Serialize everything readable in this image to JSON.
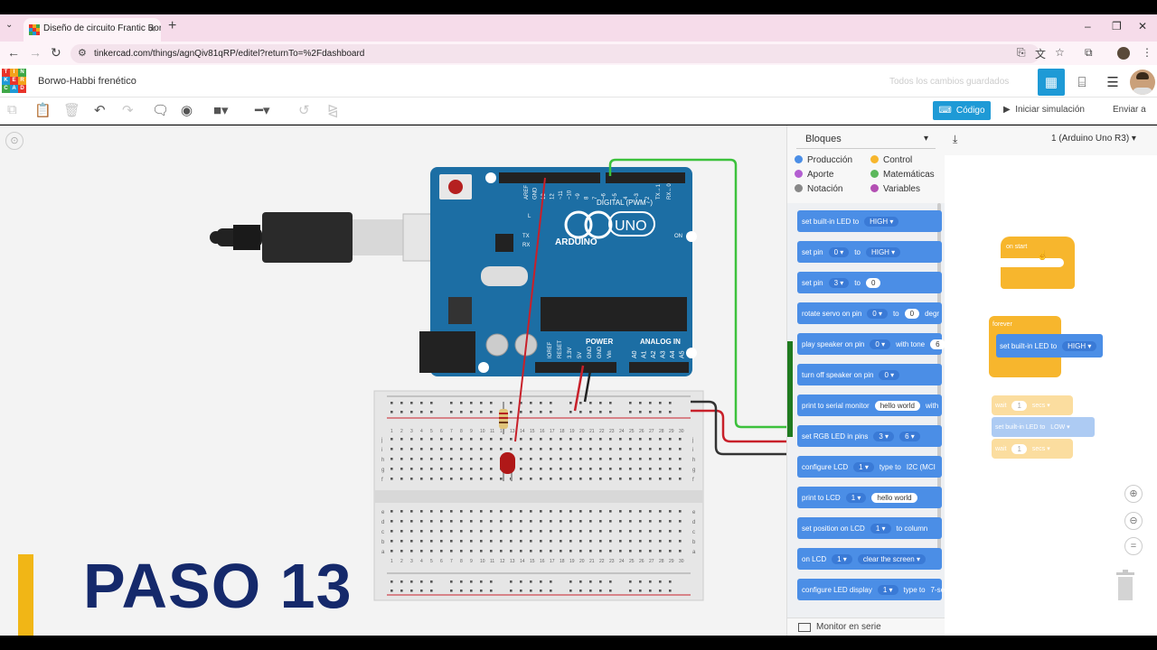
{
  "browser": {
    "tab_title": "Diseño de circuito Frantic Borw",
    "tab_close": "×",
    "new_tab": "+",
    "url": "tinkercad.com/things/agnQiv81qRP/editel?returnTo=%2Fdashboard"
  },
  "header": {
    "logo_letters": [
      "TIN",
      "KER",
      "CAD"
    ],
    "project_title": "Borwo-Habbi frenético",
    "save_status": "Todos los cambios guardados"
  },
  "toolbar": {
    "code_label": "Código",
    "simulate_label": "Iniciar simulación",
    "send_label": "Enviar a"
  },
  "overlay": {
    "step_label": "PASO 13"
  },
  "board": {
    "brand": "ARDUINO",
    "model": "UNO",
    "digital_label": "DIGITAL (PWM~)",
    "power_label": "POWER",
    "analog_label": "ANALOG IN",
    "on_label": "ON",
    "l_label": "L",
    "tx_label": "TX",
    "rx_label": "RX",
    "digital_pins": [
      "AREF",
      "GND",
      "13",
      "12",
      "~11",
      "~10",
      "~9",
      "8",
      "7",
      "~6",
      "~5",
      "4",
      "~3",
      "2",
      "TX→1",
      "RX←0"
    ],
    "power_pins": [
      "IOREF",
      "RESET",
      "3.3V",
      "5V",
      "GND",
      "GND",
      "Vin"
    ],
    "analog_pins": [
      "A0",
      "A1",
      "A2",
      "A3",
      "A4",
      "A5"
    ]
  },
  "code_panel": {
    "mode_select": "Bloques",
    "board_select": "1 (Arduino Uno R3)",
    "categories": [
      {
        "label": "Producción",
        "color": "#4b8ee6"
      },
      {
        "label": "Control",
        "color": "#f7b62d"
      },
      {
        "label": "Aporte",
        "color": "#b35fd1"
      },
      {
        "label": "Matemáticas",
        "color": "#5cb85c"
      },
      {
        "label": "Notación",
        "color": "#888888"
      },
      {
        "label": "Variables",
        "color": "#b34fb3"
      }
    ],
    "palette_blocks": [
      {
        "parts": [
          "set built-in LED to",
          "HIGH ▾"
        ]
      },
      {
        "parts": [
          "set pin",
          "0 ▾",
          "to",
          "HIGH ▾"
        ]
      },
      {
        "parts": [
          "set pin",
          "3 ▾",
          "to",
          "0"
        ]
      },
      {
        "parts": [
          "rotate servo on pin",
          "0 ▾",
          "to",
          "0",
          "degr"
        ]
      },
      {
        "parts": [
          "play speaker on pin",
          "0 ▾",
          "with tone",
          "6"
        ]
      },
      {
        "parts": [
          "turn off speaker on pin",
          "0 ▾"
        ]
      },
      {
        "parts": [
          "print to serial monitor",
          "hello world",
          "with"
        ]
      },
      {
        "parts": [
          "set RGB LED in pins",
          "3 ▾",
          "6 ▾"
        ]
      },
      {
        "parts": [
          "configure LCD",
          "1 ▾",
          "type to",
          "I2C (MCI"
        ]
      },
      {
        "parts": [
          "print to LCD",
          "1 ▾",
          "hello world"
        ]
      },
      {
        "parts": [
          "set position on LCD",
          "1 ▾",
          "to column"
        ]
      },
      {
        "parts": [
          "on LCD",
          "1 ▾",
          "clear the screen ▾"
        ]
      },
      {
        "parts": [
          "configure LED display",
          "1 ▾",
          "type to",
          "7-se"
        ]
      }
    ],
    "script": {
      "on_start": "on start",
      "forever": "forever",
      "inner_block": "set built-in LED to",
      "inner_value": "HIGH ▾",
      "ghost_wait_1": "wait",
      "ghost_wait_1_val": "1",
      "ghost_wait_1_unit": "secs ▾",
      "ghost_led": "set built-in LED to",
      "ghost_led_val": "LOW ▾",
      "ghost_wait_2": "wait",
      "ghost_wait_2_val": "1",
      "ghost_wait_2_unit": "secs ▾"
    },
    "serial_monitor": "Monitor en serie"
  },
  "breadboard": {
    "col_numbers": [
      "1",
      "2",
      "3",
      "4",
      "5",
      "6",
      "7",
      "8",
      "9",
      "10",
      "11",
      "12",
      "13",
      "14",
      "15",
      "16",
      "17",
      "18",
      "19",
      "20",
      "21",
      "22",
      "23",
      "24",
      "25",
      "26",
      "27",
      "28",
      "29",
      "30"
    ],
    "row_letters_top": [
      "j",
      "i",
      "h",
      "g",
      "f"
    ],
    "row_letters_bottom": [
      "e",
      "d",
      "c",
      "b",
      "a"
    ]
  },
  "colors": {
    "accent": "#1e9ad6",
    "board": "#1c6ea4",
    "wire_green": "#3cc13c",
    "wire_red": "#c8202a",
    "wire_black": "#333333",
    "led": "#c8202a",
    "step_text": "#15296b",
    "step_bar": "#f1b616"
  },
  "icons": {
    "back": "arrow-left-icon",
    "forward": "arrow-right-icon",
    "reload": "reload-icon",
    "star": "star-icon",
    "undo": "undo-icon",
    "redo": "redo-icon",
    "trash": "trash-icon"
  }
}
